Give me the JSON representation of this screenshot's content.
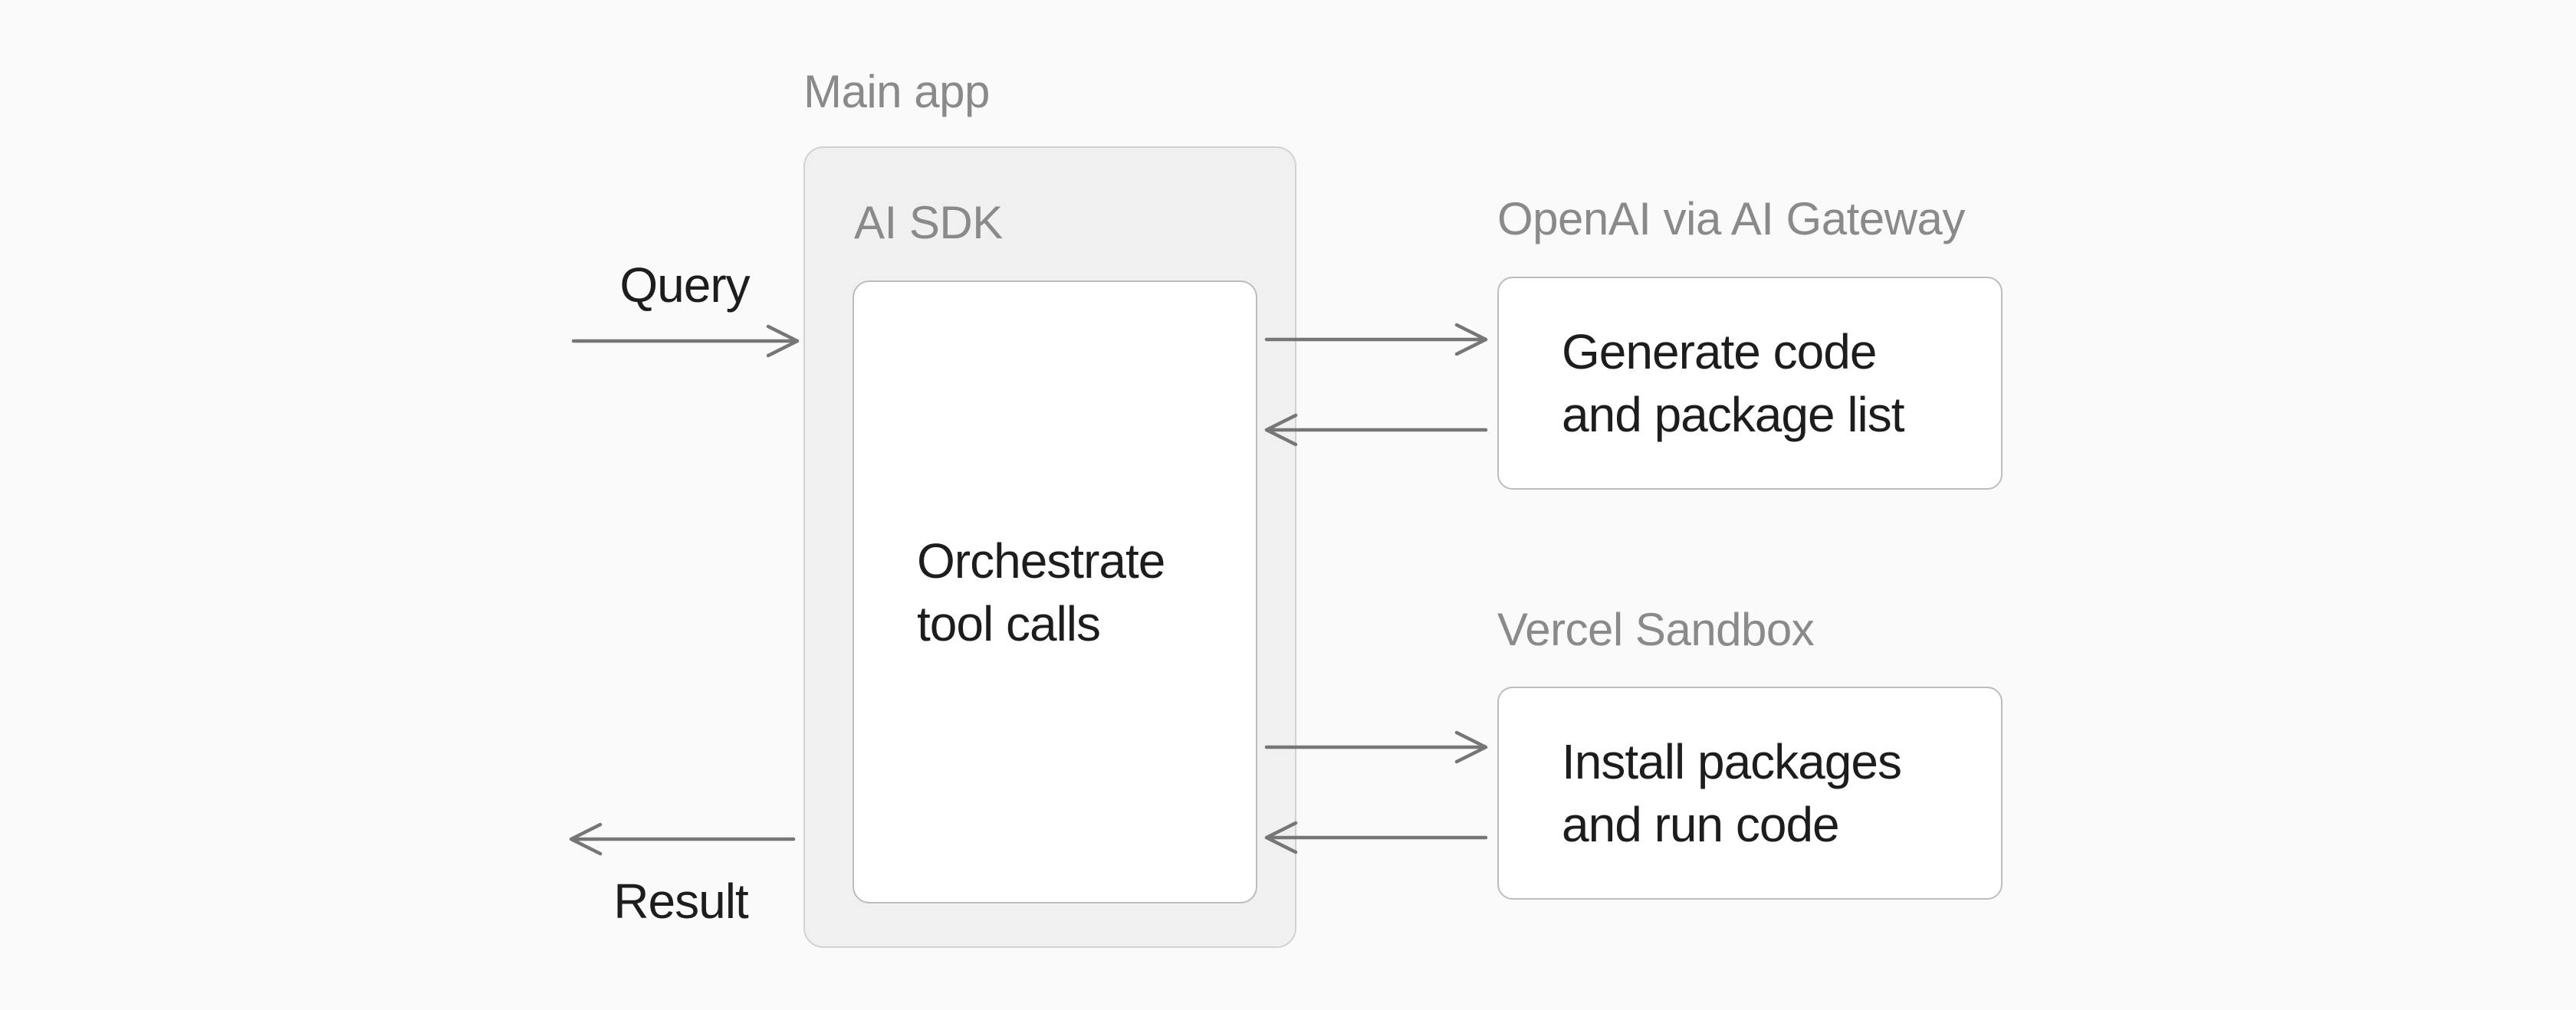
{
  "diagram": {
    "input_label": "Query",
    "output_label": "Result",
    "main_app": {
      "label": "Main app",
      "sdk_label": "AI SDK",
      "node_lines": [
        "Orchestrate",
        "tool calls"
      ]
    },
    "openai": {
      "label": "OpenAI via AI Gateway",
      "node_lines": [
        "Generate code",
        "and package list"
      ]
    },
    "sandbox": {
      "label": "Vercel Sandbox",
      "node_lines": [
        "Install packages",
        "and run code"
      ]
    }
  },
  "colors": {
    "page-bg": "#fafafa",
    "group-fill": "#f0f0f0",
    "group-border": "#d2d2d2",
    "node-fill": "#ffffff",
    "node-border": "#bdbdbd",
    "muted-label": "#8a8a8a",
    "text-dark": "#1d1d1d",
    "arrow": "#767676"
  }
}
